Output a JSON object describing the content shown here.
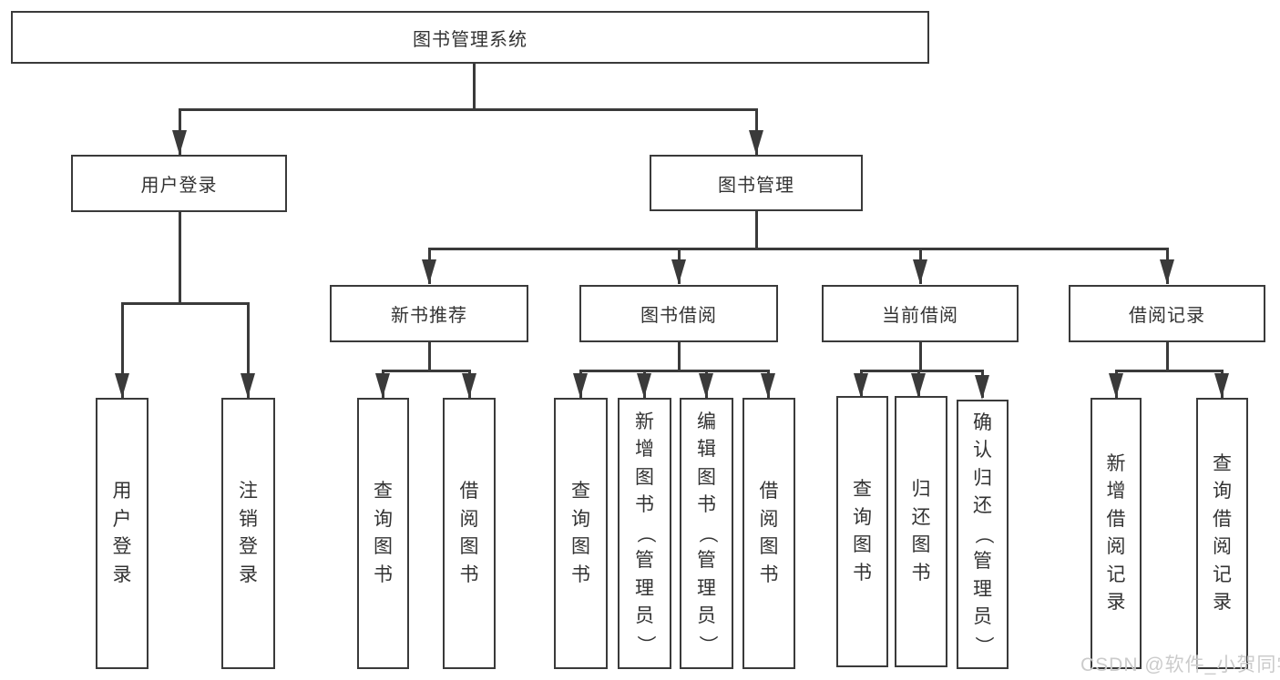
{
  "colors": {
    "line": "#3a3a3a",
    "text": "#333333",
    "watermark": "#cbcbcb",
    "background": "#ffffff"
  },
  "watermark": {
    "text": "CSDN @软件_小贺同学"
  },
  "tree": {
    "root": {
      "label": "图书管理系统"
    },
    "branches": [
      {
        "label": "用户登录",
        "children": [
          {
            "label": "用户登录"
          },
          {
            "label": "注销登录"
          }
        ]
      },
      {
        "label": "图书管理",
        "children": [
          {
            "label": "新书推荐",
            "children": [
              {
                "label": "查询图书"
              },
              {
                "label": "借阅图书"
              }
            ]
          },
          {
            "label": "图书借阅",
            "children": [
              {
                "label": "查询图书"
              },
              {
                "label": "新增图书（管理员）"
              },
              {
                "label": "编辑图书（管理员）"
              },
              {
                "label": "借阅图书"
              }
            ]
          },
          {
            "label": "当前借阅",
            "children": [
              {
                "label": "查询图书"
              },
              {
                "label": "归还图书"
              },
              {
                "label": "确认归还（管理员）"
              }
            ]
          },
          {
            "label": "借阅记录",
            "children": [
              {
                "label": "新增借阅记录"
              },
              {
                "label": "查询借阅记录"
              }
            ]
          }
        ]
      }
    ]
  }
}
